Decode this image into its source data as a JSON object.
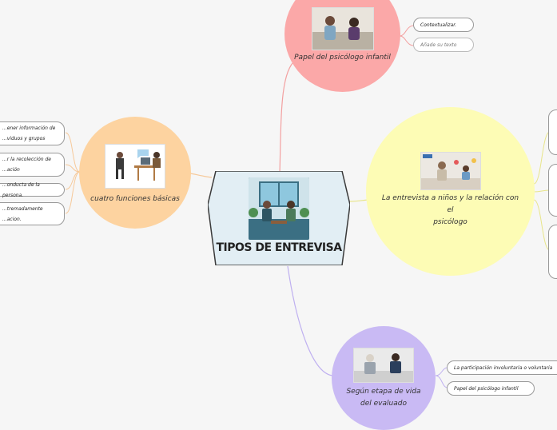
{
  "central": {
    "title": "TIPOS DE ENTREVISA"
  },
  "top_node": {
    "label": "Papel del psicólogo infantil",
    "children": [
      "Contextualizar.",
      "Añade su texto"
    ]
  },
  "left_node": {
    "label": "cuatro funciones básicas",
    "children": [
      [
        "...ener información de",
        "...viduos y grupos"
      ],
      [
        "...r la recolección de",
        "...ación"
      ],
      [
        "...onducta de la persona."
      ],
      [
        "...tremadamente",
        "...acion."
      ]
    ]
  },
  "right_node": {
    "label_lines": [
      "La entrevista a niños y la relación con",
      "el",
      "psicólogo"
    ]
  },
  "bottom_node": {
    "label_lines": [
      "Según etapa de vida",
      "del evaluado"
    ],
    "children": [
      "La participación involuntaria o voluntaria",
      "Papel del psicólogo infantil"
    ]
  },
  "colors": {
    "top": "#fba8a8",
    "left": "#fdd3a0",
    "right": "#fdfcb5",
    "bottom": "#c9baf4",
    "central": "#e2eef4"
  }
}
